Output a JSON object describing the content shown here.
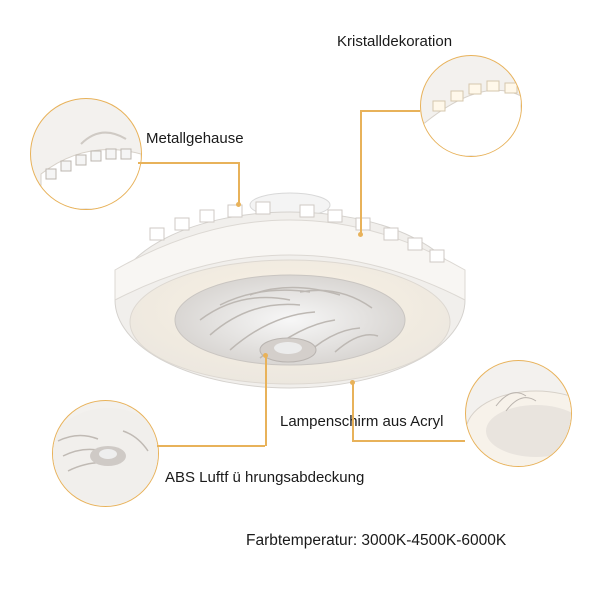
{
  "labels": {
    "crystal": "Kristalldekoration",
    "metal": "Metallgehause",
    "shade": "Lampenschirm aus Acryl",
    "abs": "ABS Luftf ü hrungsabdeckung",
    "color_temp": "Farbtemperatur: 3000K-4500K-6000K"
  },
  "colors": {
    "accent": "#e8b25a",
    "lamp_body": "#f5f3f0",
    "fan_center": "#d8d2cf"
  }
}
